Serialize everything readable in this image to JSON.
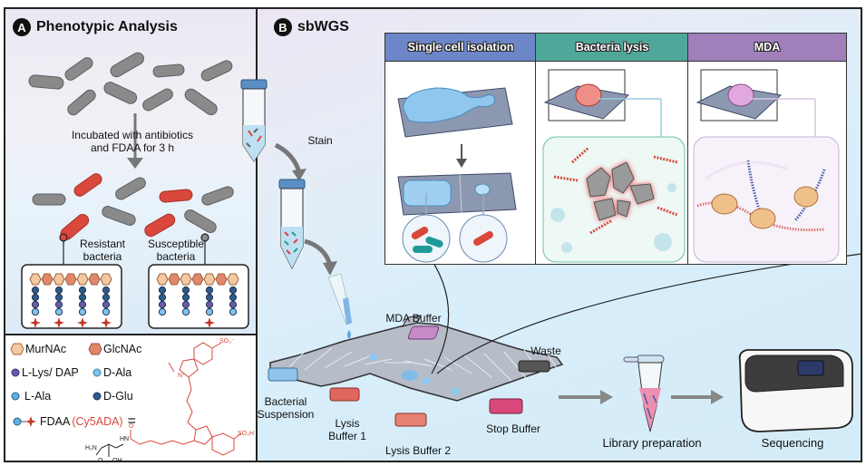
{
  "panel_a": {
    "badge": "A",
    "title": "Phenotypic Analysis",
    "incubation_text_1": "Incubated with antibiotics",
    "incubation_text_2": "and FDAA for 3 h",
    "resistant_1": "Resistant",
    "resistant_2": "bacteria",
    "susceptible_1": "Susceptible",
    "susceptible_2": "bacteria"
  },
  "legend": {
    "items": [
      {
        "label": "MurNAc",
        "icon": "hexagon-light"
      },
      {
        "label": "GlcNAc",
        "icon": "hexagon-dark"
      },
      {
        "label": "L-Lys/ DAP",
        "icon": "circle-purple"
      },
      {
        "label": "D-Ala",
        "icon": "circle-lightblue"
      },
      {
        "label": "L-Ala",
        "icon": "circle-skyblue"
      },
      {
        "label": "D-Glu",
        "icon": "circle-navy"
      }
    ],
    "fdaa_label": "FDAA",
    "fdaa_name": "(Cy5ADA)",
    "equals": "=",
    "chem_h2n": "H₂N",
    "chem_hn": "HN",
    "chem_oh": "OH",
    "chem_o": "O",
    "chem_so3h": "SO₃H",
    "chem_so3": "SO₃⁻",
    "chem_nplus": "N⁺"
  },
  "panel_b": {
    "badge": "B",
    "title": "sbWGS",
    "stain": "Stain",
    "steps": [
      {
        "label": "Single cell isolation",
        "color": "#6c86c8"
      },
      {
        "label": "Bacteria lysis",
        "color": "#4fa79a"
      },
      {
        "label": "MDA",
        "color": "#a07fbb"
      }
    ],
    "chip_labels": {
      "mda_buffer": "MDA Buffer",
      "waste": "Waste",
      "bacterial_1": "Bacterial",
      "bacterial_2": "Suspension",
      "lysis1_1": "Lysis",
      "lysis1_2": "Buffer 1",
      "lysis2": "Lysis Buffer 2",
      "stop": "Stop Buffer"
    },
    "library_preparation": "Library preparation",
    "sequencing": "Sequencing"
  },
  "colors": {
    "resistant_red": "#d9483b",
    "susceptible_gray": "#8c8c8c",
    "chip_gray": "#a8adb8",
    "mda_pink": "#c78ac9",
    "lysis_red": "#e0675e",
    "stop_pink": "#d9487a",
    "waste_dark": "#555555",
    "bacterial_blue": "#7fb6e6"
  }
}
